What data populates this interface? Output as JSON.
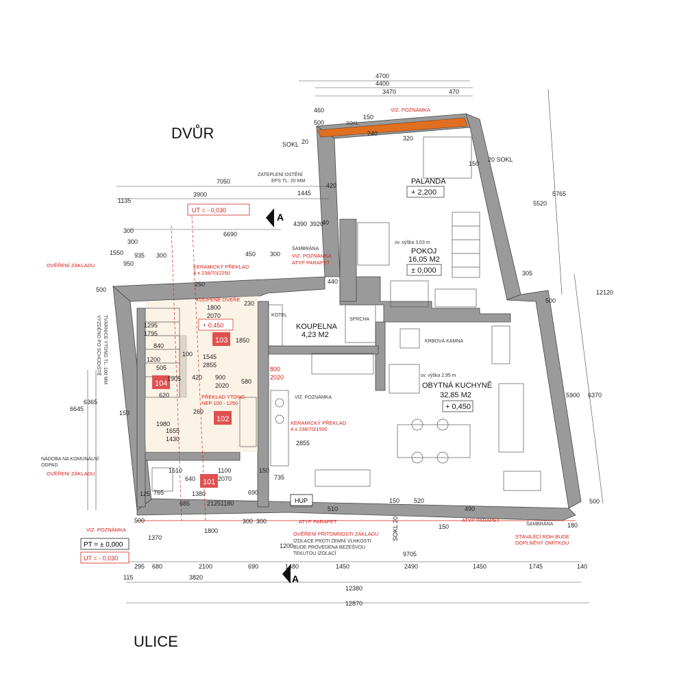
{
  "labels": {
    "courtyard": "DVŮR",
    "street": "ULICE",
    "section_mark": "A"
  },
  "rooms": {
    "pokoj": {
      "name": "POKOJ",
      "area": "16,05 M2",
      "height": "sv. výška 3,53 m",
      "level": "± 0,000"
    },
    "palanda": {
      "name": "PALANDA",
      "level": "+ 2,200"
    },
    "koupelna": {
      "name": "KOUPELNA",
      "area": "4,23 M2",
      "kotel": "KOTEL",
      "sprcha": "SPRCHA"
    },
    "kuchyne": {
      "name": "OBYTNÁ KUCHYNĚ",
      "area": "32,85 M2",
      "height": "sv. výška 2,95 m",
      "level": "+ 0,450"
    },
    "r101": "101",
    "r102": "102",
    "r103": "103",
    "r104": "104",
    "stair_level": "+ 0,450",
    "kamna": "KRBOVÁ KAMNA",
    "hup": "HUP"
  },
  "notes": {
    "ut_top": "UT = - 0,030",
    "pt": "PT = ± 0,000",
    "ut_bottom": "UT = - 0,030",
    "overeni_zakladu_1": "OVĚŘENÍ ZÁKLADU",
    "overeni_zakladu_2": "OVĚŘENÍ ZÁKLADU",
    "viz_poznamka_top": "VIZ. POZNÁMKA",
    "viz_poznamka_mid": "VIZ. POZNÁMKA",
    "viz_poznamka_mid2": "VIZ. POZNÁMKA",
    "viz_poznamka_bottom": "VIZ. POZNÁMKA",
    "sambrana_1": "ŠAMBRÁNA",
    "sambrana_2": "ŠAMBRÁNA",
    "atyp_parapet_1": "ATYP PARAPET",
    "atyp_parapet_2": "ATYP PARAPET",
    "atyp_parapet_3": "ATYP PARAPET",
    "keramicky_preklad_1": "KERAMICKÝ PŘEKLAD",
    "keramicky_preklad_1_spec": "4 x 238/70/2250",
    "keramicky_preklad_2": "KERAMICKÝ PŘEKLAD",
    "keramicky_preklad_2_spec": "4 x 238/70/1500",
    "koupene_dvere": "KOUPENÉ DVEŘE",
    "preklad_ytong": "PŘEKLAD YTONG",
    "preklad_ytong_spec": "NEP 100 - 1250",
    "zatepleni_1": "ZATEPLENÍ OSTĚNÍ",
    "zatepleni_2": "EPS TL. 20 MM",
    "tvarnice_1": "TVÁRNICE YTONG TL. 100 MM",
    "tvarnice_2": "VYZDĚNO PO SCHODIŠTĚ",
    "nadoba_1": "NÁDOBA NA KOMUNÁLNÍ",
    "nadoba_2": "ODPAD",
    "overeni_pritomnosti": "OVĚŘENÍ PŘÍTOMNOSTI ZÁKLADU",
    "izolace_1": "IZOLACE PROTI ZEMNÍ VLHKOSTI",
    "izolace_2": "BUDE PROVEDENA BEZEŠVOU",
    "izolace_3": "TEKUTOU IZOLACÍ",
    "stavajici_1": "STÁVAJÍCÍ ROH BUDE",
    "stavajici_2": "DOPLNĚNÝ OMÍTKOU",
    "sokl_1": "SOKL",
    "sokl_2": "SOKL",
    "sokl_3": "20 SOKL",
    "sokl_4": "SOKL 20"
  },
  "dims_top": {
    "d4700": "4700",
    "d4400": "4400",
    "d3470": "3470",
    "d470": "470",
    "d460": "460",
    "d500": "500",
    "d150": "150",
    "d240": "240",
    "d20": "20",
    "d320": "320"
  },
  "dims_left_top": {
    "d7050": "7050",
    "d1135": "1135",
    "d3900": "3900",
    "d1445": "1445",
    "d6690": "6690",
    "d4390": "4390",
    "d3920": "3920",
    "d420": "420",
    "d40": "40"
  },
  "dims_right": {
    "d5765": "5765",
    "d5520": "5520",
    "d12120": "12120",
    "d5900": "5900",
    "d6370": "6370",
    "d305": "305",
    "d150": "150",
    "d500": "500",
    "d500b": "500",
    "d180": "180"
  },
  "dims_left": {
    "d6645": "6645",
    "d6365": "6365",
    "d1550": "1550",
    "d950": "950",
    "d935": "935",
    "d300a": "300",
    "d300b": "300",
    "d500": "500",
    "d150": "150",
    "d125": "125",
    "d300c": "300"
  },
  "dims_inner": {
    "d1295": "1295",
    "d1795": "1795",
    "d840": "840",
    "d1200": "1200",
    "d505": "505",
    "d620": "620",
    "d1905": "1905",
    "d100": "100",
    "d420": "420",
    "d2855": "2855",
    "d1545": "1545",
    "d900": "900",
    "d2020": "2020",
    "d580": "580",
    "d1800": "1800",
    "d2070": "2070",
    "d1850": "1850",
    "d230": "230",
    "d1655": "1655",
    "d1430": "1430",
    "d1980": "1980",
    "d260": "260",
    "d800": "800",
    "d2020b": "2020",
    "d735": "735",
    "d2855b": "2855",
    "d1610": "1610",
    "d640": "640",
    "d1380": "1380",
    "d685": "685",
    "d2125": "2125",
    "d765": "765",
    "d1100": "1100",
    "d2070b": "2070",
    "d1180": "1180",
    "d690": "690",
    "d150": "150",
    "d450": "450",
    "d300": "300",
    "d250": "250",
    "d440": "440"
  },
  "dims_bottom": {
    "d500": "500",
    "d1370": "1370",
    "d1800": "1800",
    "d300a": "300",
    "d300b": "300",
    "d295": "295",
    "d680": "680",
    "d2100": "2100",
    "d690": "690",
    "d1480": "1480",
    "d1450": "1450",
    "d2490": "2490",
    "d1450b": "1450",
    "d1745": "1745",
    "d140": "140",
    "d115": "115",
    "d3820": "3820",
    "d12380": "12380",
    "d12870": "12870",
    "d9705": "9705",
    "d510": "510",
    "d150": "150",
    "d520": "520",
    "d490": "490",
    "d1200": "1200",
    "d150b": "150"
  }
}
